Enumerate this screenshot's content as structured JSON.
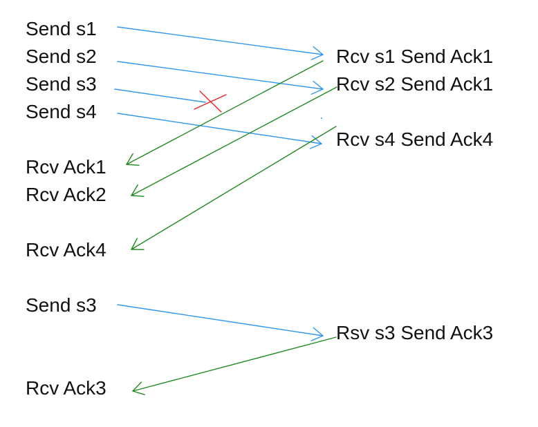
{
  "colors": {
    "send_arrow": "#2f96f0",
    "ack_arrow": "#1e8a1e",
    "lost_mark": "#ee2222",
    "text": "#111111",
    "background": "#ffffff"
  },
  "icons": {
    "arrow_head": "open-arrowhead-icon",
    "lost_mark": "red-x-icon"
  },
  "left": {
    "send_s1": "Send s1",
    "send_s2": "Send s2",
    "send_s3": "Send s3",
    "send_s4": "Send s4",
    "rcv_ack1": "Rcv Ack1",
    "rcv_ack2": "Rcv Ack2",
    "rcv_ack4": "Rcv Ack4",
    "send_s3_retry": "Send s3",
    "rcv_ack3": "Rcv Ack3"
  },
  "right": {
    "rcv_s1": "Rcv s1 Send Ack1",
    "rcv_s2": "Rcv s2 Send Ack1",
    "rcv_s4": "Rcv s4 Send Ack4",
    "rsv_s3": "Rsv s3 Send Ack3"
  }
}
